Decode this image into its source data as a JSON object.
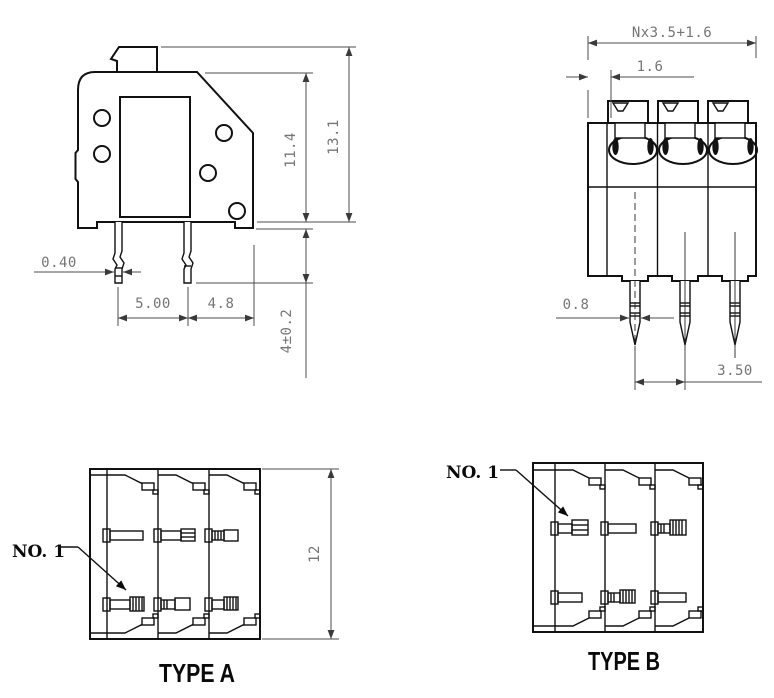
{
  "drawing": {
    "background": "#ffffff",
    "outline_color": "#111111",
    "dimension_color": "#4d4d4d",
    "side_view": {
      "dim_pin_thickness": "0.40",
      "dim_pin_pitch": "5.00",
      "dim_depth": "4.8",
      "dim_pin_length": "4±0.2",
      "dim_body_height": "11.4",
      "dim_total_height": "13.1"
    },
    "front_view": {
      "dim_total_width": "Nx3.5+1.6",
      "dim_end_margin": "1.6",
      "dim_pin_width": "0.8",
      "dim_pitch": "3.50"
    },
    "type_a": {
      "caption": "TYPE A",
      "pin_label": "NO. 1",
      "dim_height": "12"
    },
    "type_b": {
      "caption": "TYPE B",
      "pin_label": "NO. 1"
    }
  }
}
